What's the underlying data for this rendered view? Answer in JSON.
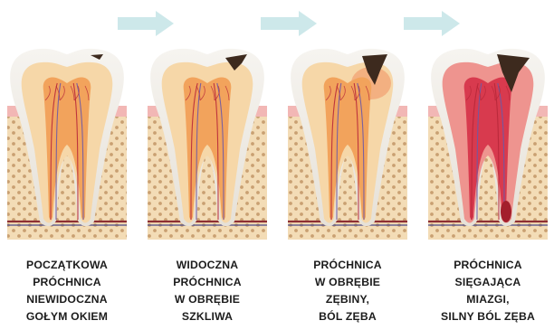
{
  "arrow_color": "#cde8ea",
  "stages": [
    {
      "lines": [
        "POCZĄTKOWA",
        "PRÓCHNICA",
        "NIEWIDOCZNA",
        "GOŁYM OKIEM"
      ],
      "severity": 0
    },
    {
      "lines": [
        "WIDOCZNA",
        "PRÓCHNICA",
        "W OBRĘBIE",
        "SZKLIWA"
      ],
      "severity": 1
    },
    {
      "lines": [
        "PRÓCHNICA",
        "W OBRĘBIE",
        "ZĘBINY,",
        "BÓL ZĘBA"
      ],
      "severity": 2
    },
    {
      "lines": [
        "PRÓCHNICA",
        "SIĘGAJĄCA",
        "MIAZGI,",
        "SILNY BÓL ZĘBA"
      ],
      "severity": 3
    }
  ]
}
